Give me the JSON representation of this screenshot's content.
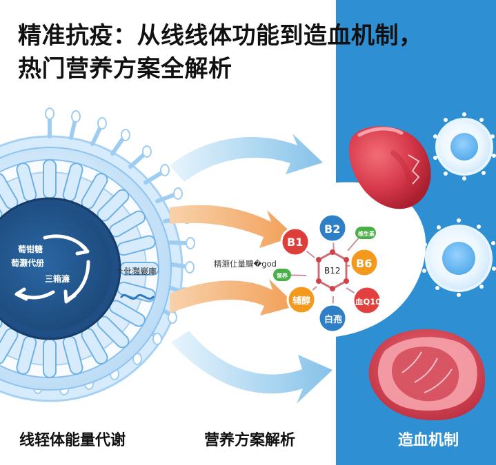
{
  "title": {
    "line1": "精准抗疫：从线线体功能到造血机制，",
    "line2": "热门营养方案全解析"
  },
  "mitochondrion": {
    "core_line1": "萄钳糖",
    "core_line2": "萄灏代册",
    "core_line3": "三箱濂",
    "side_label": "ᄉ仳灩巖庫"
  },
  "middle": {
    "label": "精灏仩量颹�god"
  },
  "network": {
    "nodes": {
      "b1": "B1",
      "b2": "B2",
      "b6": "B6",
      "b12": "B12",
      "fuc": "辅醇",
      "baibao": "白孢",
      "xueq10": "血Q10",
      "yingyang": "营养",
      "weisheng": "维生素"
    }
  },
  "captions": {
    "left": "线轾体能量代谢",
    "middle": "营养方案解析",
    "right": "造血机制"
  },
  "colors": {
    "blue_panel": "#2f8fd3",
    "navy": "#1f4f84",
    "arrow_orange": "#f2a35f",
    "arrow_blue": "#8cc6ea",
    "b1_red": "#de3e3a",
    "b2_blue": "#2e7fc5",
    "b6_orange": "#f39a1e",
    "green": "#49b048"
  }
}
